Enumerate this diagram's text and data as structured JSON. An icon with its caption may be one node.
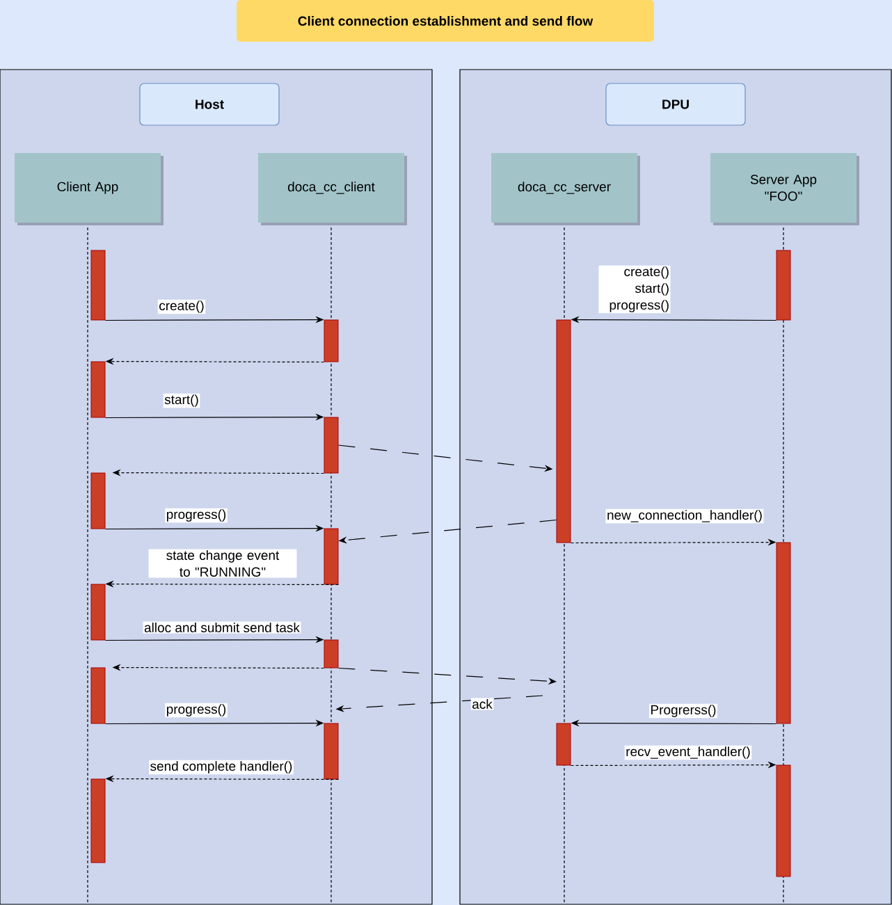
{
  "diagram": {
    "title": "Client connection establishment and send flow",
    "nodes": [
      {
        "text": [],
        "shape": "box"
      },
      {
        "text": [
          "Host"
        ],
        "in": 0
      },
      {
        "text": [
          "Client App"
        ],
        "in": 0
      },
      {
        "text": [
          "doca_cc_client"
        ],
        "in": 0
      },
      {
        "text": [],
        "shape": "box"
      },
      {
        "text": [
          "DPU"
        ],
        "in": 4
      },
      {
        "text": [
          "doca_cc_server"
        ],
        "in": 4
      },
      {
        "text": [
          "Server App \"FOO\""
        ],
        "in": 4
      },
      {
        "text": [],
        "shape": "bar",
        "in": 0
      },
      {
        "text": [],
        "shape": "bar",
        "in": 0
      },
      {
        "text": [],
        "shape": "bar",
        "in": 0
      },
      {
        "text": [],
        "shape": "bar",
        "in": 0
      },
      {
        "text": [],
        "shape": "bar",
        "in": 0
      },
      {
        "text": [],
        "shape": "bar",
        "in": 0
      },
      {
        "text": [],
        "shape": "bar",
        "in": 0
      },
      {
        "text": [],
        "shape": "bar",
        "in": 0
      },
      {
        "text": [],
        "shape": "bar",
        "in": 0
      },
      {
        "text": [],
        "shape": "bar",
        "in": 0
      },
      {
        "text": [],
        "shape": "bar",
        "in": 0
      },
      {
        "text": [],
        "shape": "bar",
        "in": 4
      },
      {
        "text": [],
        "shape": "bar",
        "in": 4
      },
      {
        "text": [],
        "shape": "bar",
        "in": 4
      },
      {
        "text": [],
        "shape": "bar",
        "in": 4
      },
      {
        "text": [],
        "shape": "bar",
        "in": 4
      }
    ],
    "edges": [
      {
        "from": 8,
        "to": 14,
        "arrow": "to",
        "label": "create()"
      },
      {
        "from": 14,
        "to": 9,
        "arrow": "to",
        "style": "dashed"
      },
      {
        "from": 9,
        "to": 15,
        "arrow": "to",
        "label": "start()"
      },
      {
        "from": 15,
        "to": 19,
        "arrow": "to",
        "style": "dashed"
      },
      {
        "from": 15,
        "to": 10,
        "arrow": "to",
        "style": "dashed"
      },
      {
        "from": 10,
        "to": 16,
        "arrow": "to",
        "label": "progress()"
      },
      {
        "from": 19,
        "to": 16,
        "arrow": "to",
        "style": "dashed"
      },
      {
        "from": 19,
        "to": 22,
        "arrow": "to",
        "style": "dashed",
        "label": "new_connection_handler()"
      },
      {
        "from": 16,
        "to": 11,
        "arrow": "to",
        "style": "dashed",
        "label": "state change event to \"RUNNING\""
      },
      {
        "from": 11,
        "to": 17,
        "arrow": "to",
        "label": "alloc and submit send task"
      },
      {
        "from": 17,
        "to": 12,
        "arrow": "to",
        "style": "dashed"
      },
      {
        "from": 17,
        "to": null,
        "arrow": "to",
        "style": "dashed"
      },
      {
        "from": null,
        "to": 18,
        "arrow": "to",
        "style": "dashed",
        "label": "ack"
      },
      {
        "from": 12,
        "to": 18,
        "arrow": "to",
        "label": "progress()"
      },
      {
        "from": 22,
        "to": 20,
        "arrow": "to",
        "label": "Progrerss()"
      },
      {
        "from": 18,
        "to": 13,
        "arrow": "to",
        "style": "dashed",
        "label": "send complete handler()"
      },
      {
        "from": 20,
        "to": 23,
        "arrow": "to",
        "style": "dashed",
        "label": "recv_event_handler()"
      },
      {
        "from": 21,
        "to": 19,
        "arrow": "to",
        "label": "create() start() progress()"
      }
    ]
  }
}
